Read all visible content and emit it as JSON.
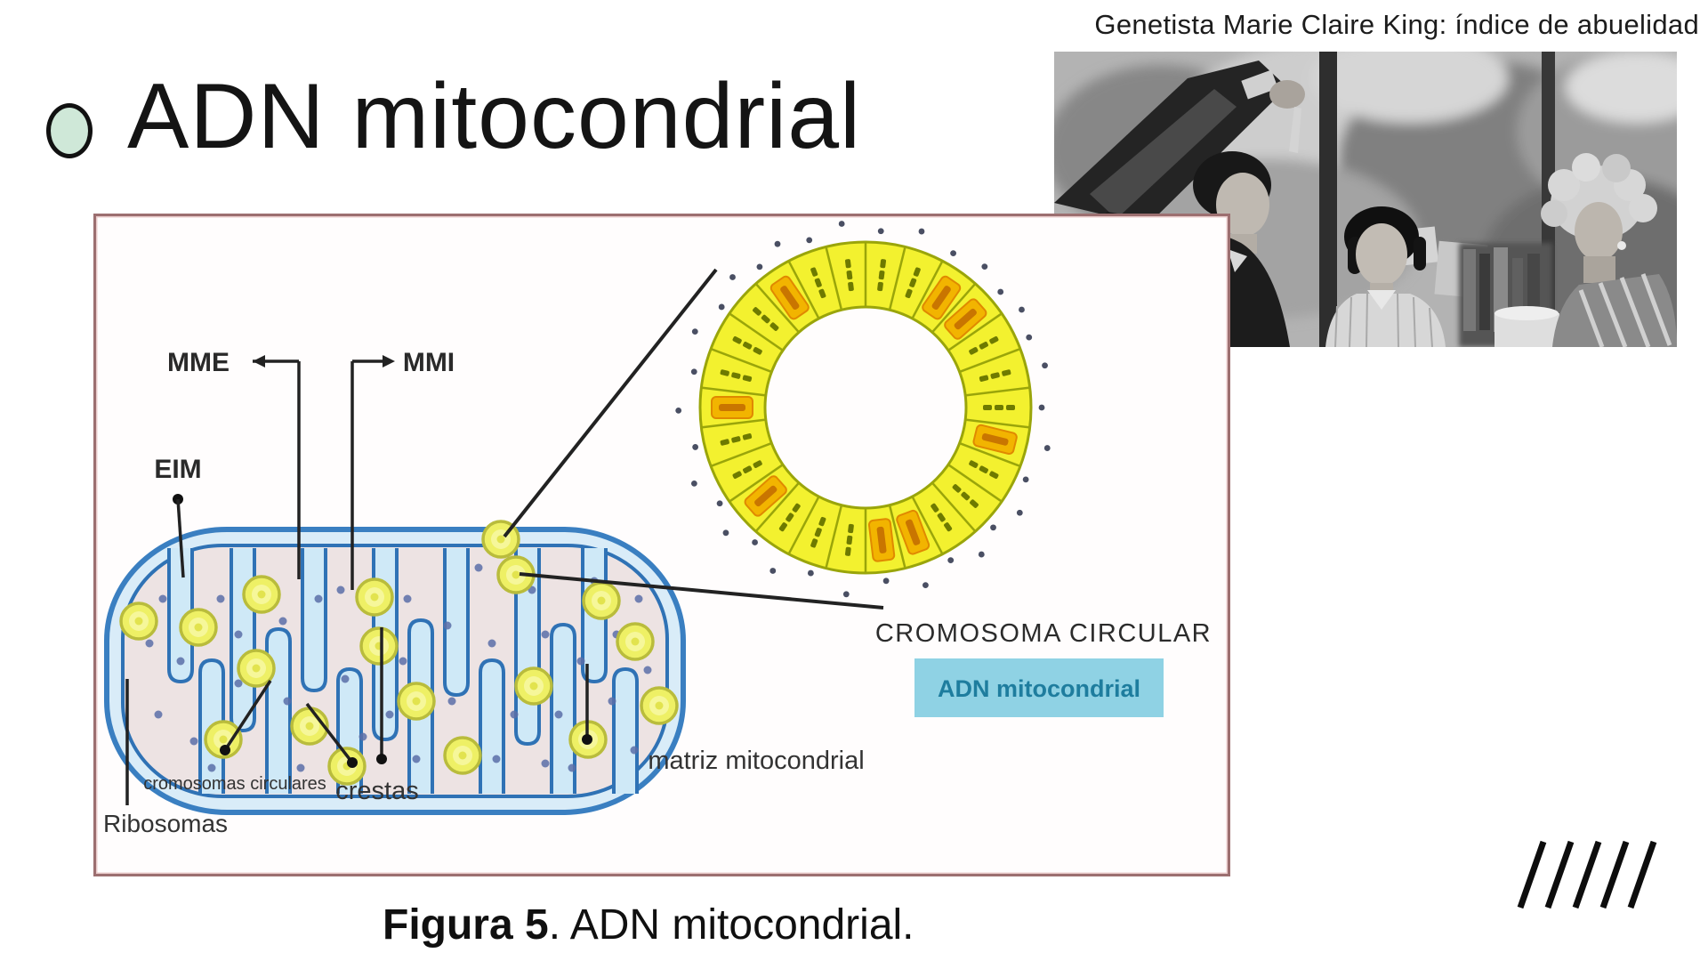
{
  "slide": {
    "title": "ADN mitocondrial"
  },
  "photo": {
    "caption": "Genetista Marie Claire King: índice de abuelidad",
    "description_icon": "three-women-bw-photo"
  },
  "figure": {
    "labels": {
      "mme": "MME",
      "mmi": "MMI",
      "eim": "EIM",
      "cromosomas_circulares": "cromosomas circulares",
      "crestas": "crestas",
      "ribosomas": "Ribosomas",
      "matriz": "matriz mitocondrial",
      "cromosoma_circular": "CROMOSOMA CIRCULAR",
      "adn_box": "ADN mitocondrial"
    },
    "caption_bold": "Figura 5",
    "caption_rest": ". ADN mitocondrial."
  },
  "decor": {
    "slash_count": 5
  },
  "colors": {
    "bullet_fill": "#cfe8d8",
    "membrane_blue": "#3a7fc1",
    "ring_yellow": "#f3f12f",
    "adn_box_bg": "#8fd2e4",
    "adn_box_text": "#1e7d9e",
    "figure_border": "#9c6f70"
  }
}
